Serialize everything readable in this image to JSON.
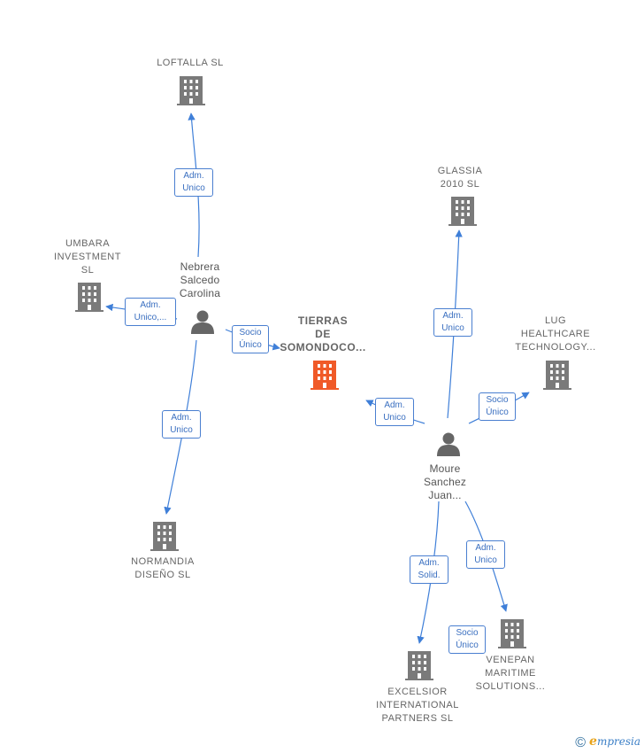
{
  "colors": {
    "edge": "#3f7fd8",
    "building": "#7a7a7a",
    "center_building": "#f05a28",
    "person": "#666666"
  },
  "nodes": {
    "loftalla": {
      "label": "LOFTALLA  SL"
    },
    "glassia": {
      "label_lines": [
        "GLASSIA",
        "2010 SL"
      ]
    },
    "umbara": {
      "label_lines": [
        "UMBARA",
        "INVESTMENT",
        "SL"
      ]
    },
    "nebrera": {
      "label_lines": [
        "Nebrera",
        "Salcedo",
        "Carolina"
      ]
    },
    "tierras": {
      "label_lines": [
        "TIERRAS",
        "DE",
        "SOMONDOCO..."
      ]
    },
    "lug": {
      "label_lines": [
        "LUG",
        "HEALTHCARE",
        "TECHNOLOGY..."
      ]
    },
    "moure": {
      "label_lines": [
        "Moure",
        "Sanchez",
        "Juan..."
      ]
    },
    "normandia": {
      "label_lines": [
        "NORMANDIA",
        "DISEÑO  SL"
      ]
    },
    "excelsior": {
      "label_lines": [
        "EXCELSIOR",
        "INTERNATIONAL",
        "PARTNERS  SL"
      ]
    },
    "venepan": {
      "label_lines": [
        "VENEPAN",
        "MARITIME",
        "SOLUTIONS..."
      ]
    }
  },
  "edges": {
    "nebrera_loftalla": [
      "Adm.",
      "Unico"
    ],
    "nebrera_umbara": [
      "Adm.",
      "Unico,..."
    ],
    "nebrera_tierras": [
      "Socio",
      "Único"
    ],
    "nebrera_normandia": [
      "Adm.",
      "Unico"
    ],
    "moure_glassia": [
      "Adm.",
      "Unico"
    ],
    "moure_tierras": [
      "Adm.",
      "Unico"
    ],
    "moure_lug": [
      "Socio",
      "Único"
    ],
    "moure_excelsior": [
      "Adm.",
      "Solid."
    ],
    "moure_venepan_adm": [
      "Adm.",
      "Unico"
    ],
    "moure_venepan_socio": [
      "Socio",
      "Único"
    ]
  },
  "footer": {
    "copyright_symbol": "©",
    "brand_initial": "e",
    "brand_rest": "mpresia"
  }
}
